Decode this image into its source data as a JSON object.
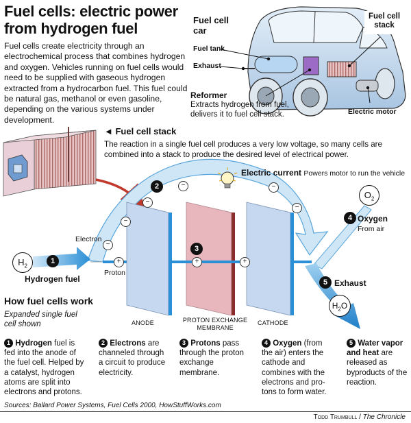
{
  "title_line1": "Fuel cells: electric power",
  "title_line2": "from hydrogen fuel",
  "intro": "Fuel cells create electricity through an electrochemical process that combines hydrogen and oxygen. Vehicles running on fuel cells would need to be supplied with gaseous hydrogen extracted from a hydrocarbon fuel. This fuel could be natural gas, methanol or even gasoline, depending on the various systems under development.",
  "car": {
    "title_line1": "Fuel cell",
    "title_line2": "car",
    "fuel_tank": "Fuel tank",
    "exhaust": "Exhaust",
    "stack_line1": "Fuel cell",
    "stack_line2": "stack",
    "reformer_title": "Reformer",
    "reformer_line1": "Extracts hydrogen from fuel,",
    "reformer_line2": "delivers it to fuel cell stack.",
    "electric_motor": "Electric motor"
  },
  "stack_section": {
    "heading": "◄ Fuel cell stack",
    "body": "The reaction in a single fuel cell produces a very low voltage, so many cells are combined into a stack to produce the desired level of electrical power."
  },
  "diagram": {
    "electric_current_title": "Electric current",
    "electric_current_desc": "Powers motor to run the vehicle",
    "electron": "Electron",
    "proton": "Proton",
    "h2": "H",
    "h2_sub": "2",
    "hydrogen_fuel": "Hydrogen fuel",
    "o2": "O",
    "o2_sub": "2",
    "oxygen_title": "Oxygen",
    "oxygen_desc": "From air",
    "exhaust": "Exhaust",
    "h2o": "H",
    "h2o_sub": "2",
    "h2o_end": "O",
    "anode": "ANODE",
    "pem_line1": "PROTON EXCHANGE",
    "pem_line2": "MEMBRANE",
    "cathode": "CATHODE",
    "minus": "−",
    "plus": "+",
    "n1": "1",
    "n2": "2",
    "n3": "3",
    "n4": "4",
    "n5": "5"
  },
  "how_title": "How fuel cells work",
  "expanded": "Expanded single fuel cell shown",
  "steps": [
    {
      "num": "1",
      "bold": "Hydrogen",
      "line1": " fuel is",
      "rest": "fed into the anode of the fuel cell. Helped by a catalyst, hydrogen atoms are split into electrons and protons."
    },
    {
      "num": "2",
      "bold": "Electrons",
      "line1": " are",
      "rest": "channeled through a circuit to produce electricity."
    },
    {
      "num": "3",
      "bold": "Protons",
      "line1": " pass",
      "rest": "through the proton exchange membrane."
    },
    {
      "num": "4",
      "bold": "Oxygen",
      "line1": " (from",
      "rest": "the air) enters the cathode and combines with the electrons and pro-tons to form water."
    },
    {
      "num": "5",
      "bold": "Water vapor and heat",
      "line1": "",
      "rest": " are released as byproducts of the reaction."
    }
  ],
  "sources": "Sources: Ballard Power Systems, Fuel Cells 2000, HowStuffWorks.com",
  "credit_name": "Todd Trumbull",
  "credit_sep": " / ",
  "credit_pub": "The Chronicle",
  "colors": {
    "arrow_blue": "#2a8fd6",
    "arrow_light": "#cfe6f6",
    "plate_blue": "#c6d8ef",
    "membrane_pink": "#e8b7bd",
    "membrane_edge": "#8b2c2c",
    "car_blue": "#bcd3ea",
    "stack_red": "#c98080",
    "curve_arrow": "#c0392b"
  }
}
